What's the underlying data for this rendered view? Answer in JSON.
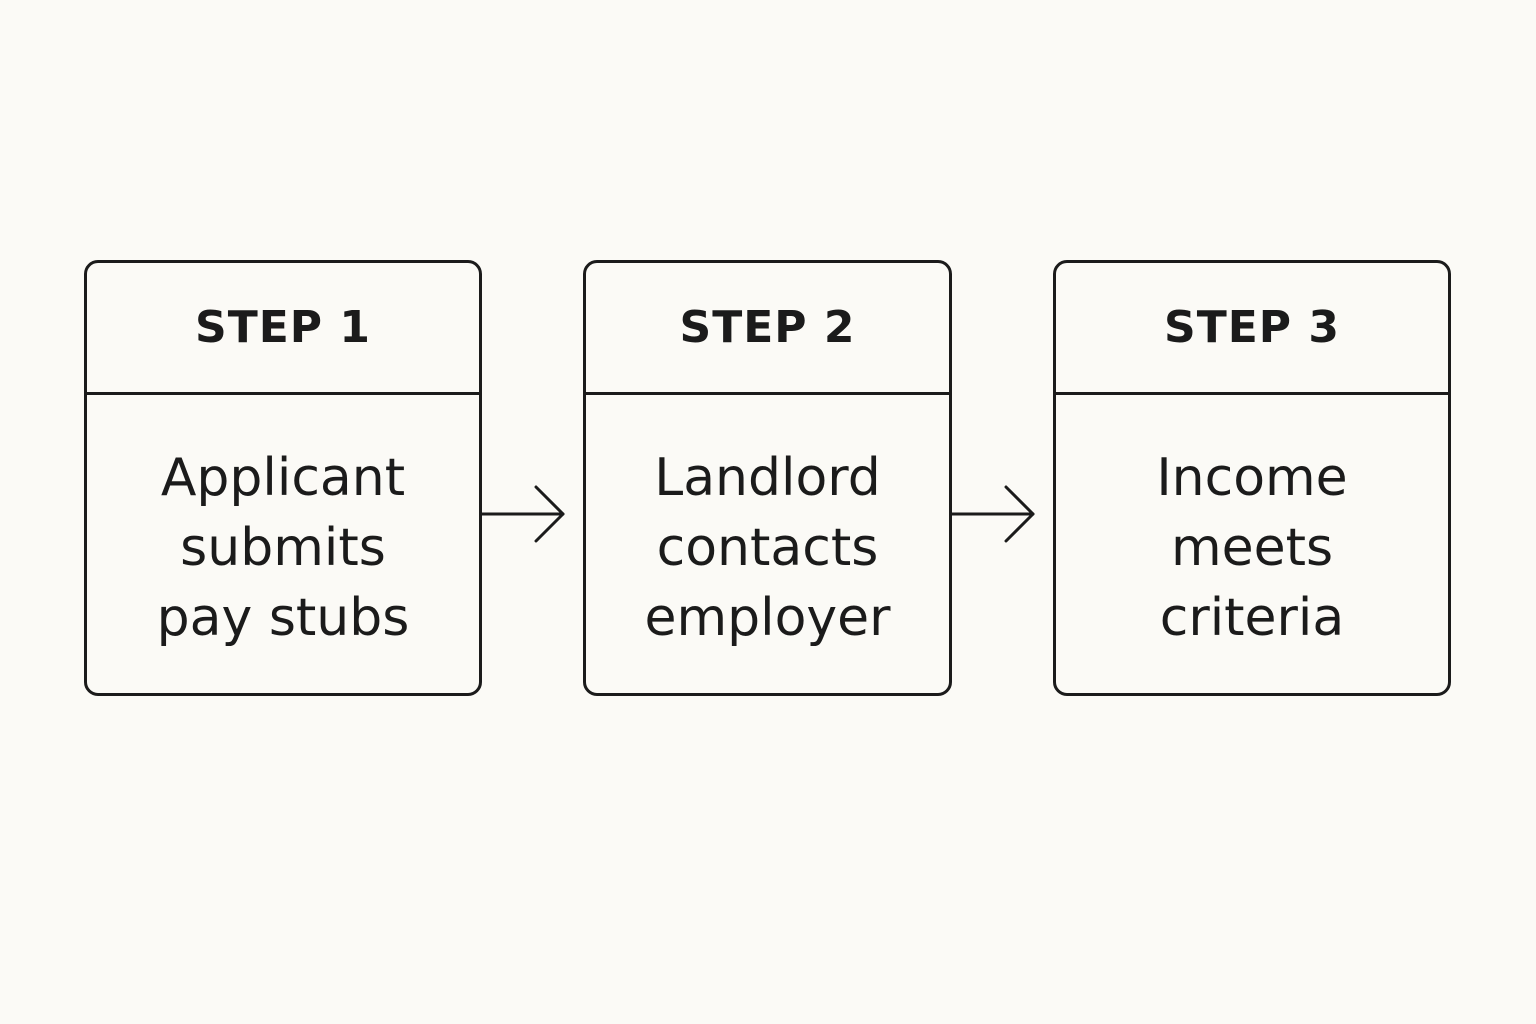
{
  "steps": [
    {
      "header": "STEP 1",
      "lines": [
        "Applicant",
        "submits",
        "pay stubs"
      ]
    },
    {
      "header": "STEP 2",
      "lines": [
        "Landlord",
        "contacts",
        "employer"
      ]
    },
    {
      "header": "STEP 3",
      "lines": [
        "Income",
        "meets",
        "criteria"
      ]
    }
  ],
  "colors": {
    "background": "#fbfaf6",
    "stroke": "#1b1b1b"
  },
  "icons": {
    "connector": "arrow-right-icon"
  }
}
